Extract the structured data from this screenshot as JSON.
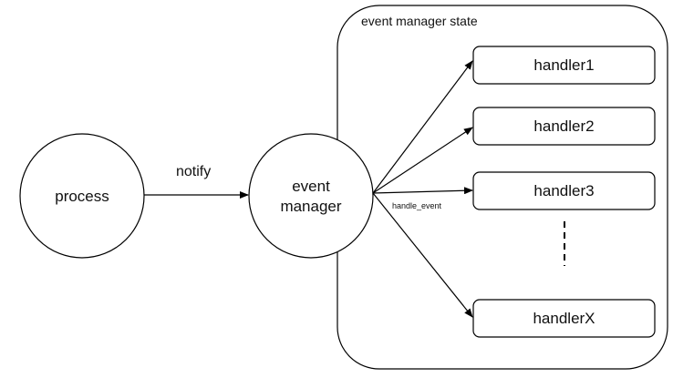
{
  "container": {
    "label": "event manager state"
  },
  "nodes": {
    "process": {
      "label": "process"
    },
    "event_manager": {
      "label_line1": "event",
      "label_line2": "manager"
    },
    "handlers": [
      "handler1",
      "handler2",
      "handler3",
      "handlerX"
    ]
  },
  "edges": {
    "notify": {
      "label": "notify"
    },
    "handle_event": {
      "label": "handle_event"
    }
  },
  "colors": {
    "stroke": "#000000",
    "text": "#111111",
    "background": "#ffffff"
  }
}
